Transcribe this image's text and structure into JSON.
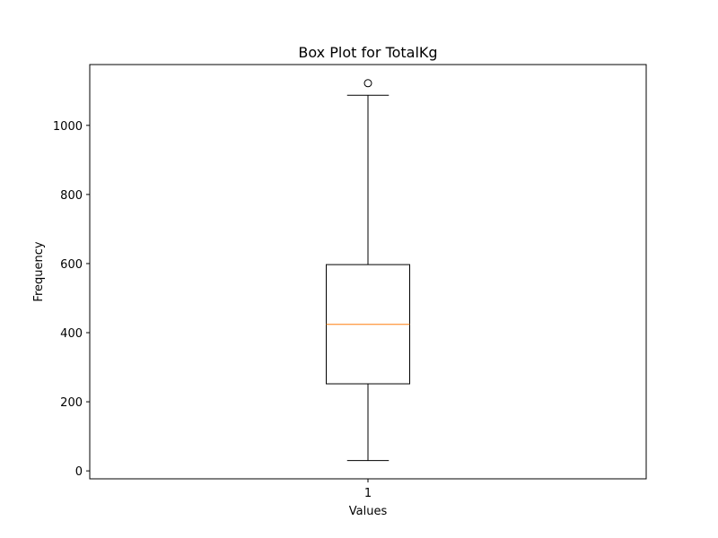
{
  "chart_data": {
    "type": "box",
    "title": "Box Plot for TotalKg",
    "xlabel": "Values",
    "ylabel": "Frequency",
    "categories": [
      "1"
    ],
    "boxes": [
      {
        "category": "1",
        "whisker_low": 30,
        "q1": 252,
        "median": 424,
        "q3": 597,
        "whisker_high": 1087,
        "outliers": [
          1122
        ]
      }
    ],
    "ylim": [
      -23,
      1176
    ],
    "yticks": [
      0,
      200,
      400,
      600,
      800,
      1000
    ],
    "ytick_labels": [
      "0",
      "200",
      "400",
      "600",
      "800",
      "1000"
    ],
    "grid": false,
    "colors": {
      "box": "#000000",
      "median": "#ff7f0e",
      "outlier": "#000000"
    }
  }
}
